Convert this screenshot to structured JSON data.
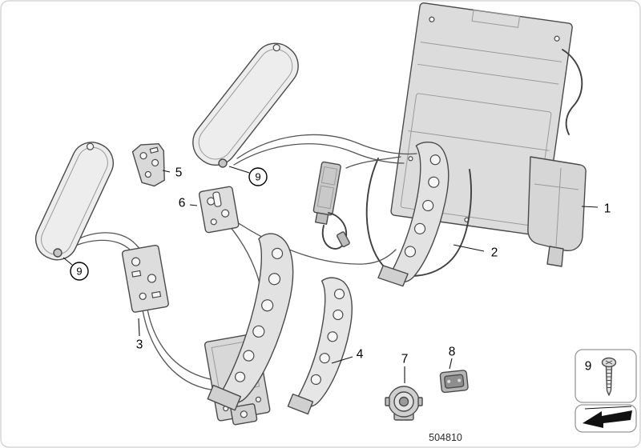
{
  "doc_number": "504810",
  "callouts": [
    {
      "id": "1",
      "label": "1",
      "circled": false
    },
    {
      "id": "2",
      "label": "2",
      "circled": false
    },
    {
      "id": "3",
      "label": "3",
      "circled": false
    },
    {
      "id": "4",
      "label": "4",
      "circled": false
    },
    {
      "id": "5",
      "label": "5",
      "circled": false
    },
    {
      "id": "6",
      "label": "6",
      "circled": false
    },
    {
      "id": "7",
      "label": "7",
      "circled": false
    },
    {
      "id": "8",
      "label": "8",
      "circled": false
    },
    {
      "id": "9a",
      "label": "9",
      "circled": true
    },
    {
      "id": "9b",
      "label": "9",
      "circled": true
    }
  ],
  "legend": {
    "fastener_label": "9"
  },
  "colors": {
    "background": "#ffffff",
    "outline": "#4a4a4a",
    "wire": "#3f3f3f",
    "part_fill_light": "#ededed",
    "part_fill_mid": "#d9d9d9",
    "label": "#000000",
    "border": "#d5d5d5"
  }
}
